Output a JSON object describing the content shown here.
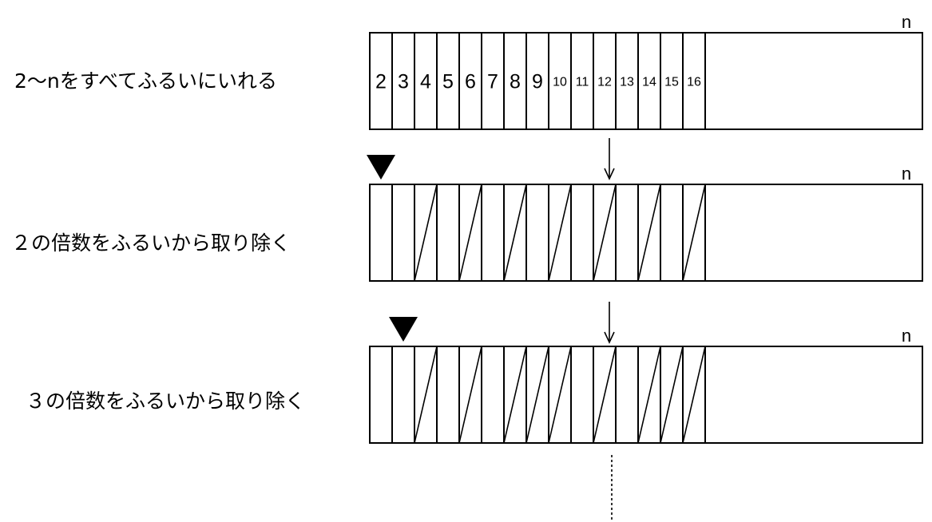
{
  "rows": [
    {
      "label": "2～nをすべてふるいにいれる",
      "end_label": "n",
      "numbers": [
        "2",
        "3",
        "4",
        "5",
        "6",
        "7",
        "8",
        "9",
        "10",
        "11",
        "12",
        "13",
        "14",
        "15",
        "16"
      ],
      "crossed_out": [],
      "marker_on": null
    },
    {
      "label": "２の倍数をふるいから取り除く",
      "end_label": "n",
      "numbers": [],
      "crossed_out": [
        "4",
        "6",
        "8",
        "10",
        "12",
        "14",
        "16"
      ],
      "marker_on": "2"
    },
    {
      "label": "３の倍数をふるいから取り除く",
      "end_label": "n",
      "numbers": [],
      "crossed_out": [
        "4",
        "6",
        "8",
        "9",
        "10",
        "12",
        "14",
        "15",
        "16"
      ],
      "marker_on": "3"
    }
  ],
  "cell_values": [
    "2",
    "3",
    "4",
    "5",
    "6",
    "7",
    "8",
    "9",
    "10",
    "11",
    "12",
    "13",
    "14",
    "15",
    "16"
  ],
  "continuation": "dotted-line"
}
